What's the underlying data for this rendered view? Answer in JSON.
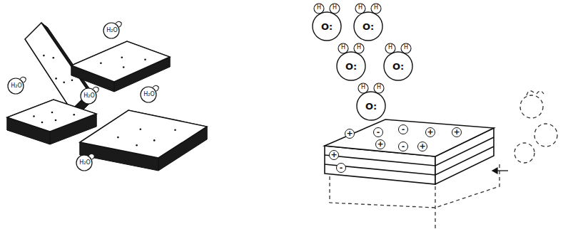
{
  "diagram": {
    "nodes": [
      {
        "text": [
          "H₂O"
        ]
      },
      {
        "text": [
          "H₂O"
        ]
      },
      {
        "text": [
          "H₂O"
        ]
      },
      {
        "text": [
          "H₂O"
        ]
      },
      {
        "text": [
          "H₂O"
        ]
      },
      {
        "text": [
          "H",
          "H",
          "O:"
        ]
      },
      {
        "text": [
          "H",
          "H",
          "O:"
        ]
      },
      {
        "text": [
          "H",
          "H",
          "O:"
        ]
      },
      {
        "text": [
          "H",
          "H",
          "O:"
        ]
      },
      {
        "text": [
          "H",
          "H",
          "O:"
        ]
      }
    ],
    "labels": [
      "+",
      "-",
      "-",
      "+",
      "+",
      "+",
      "-",
      "+",
      "+",
      "-"
    ]
  }
}
